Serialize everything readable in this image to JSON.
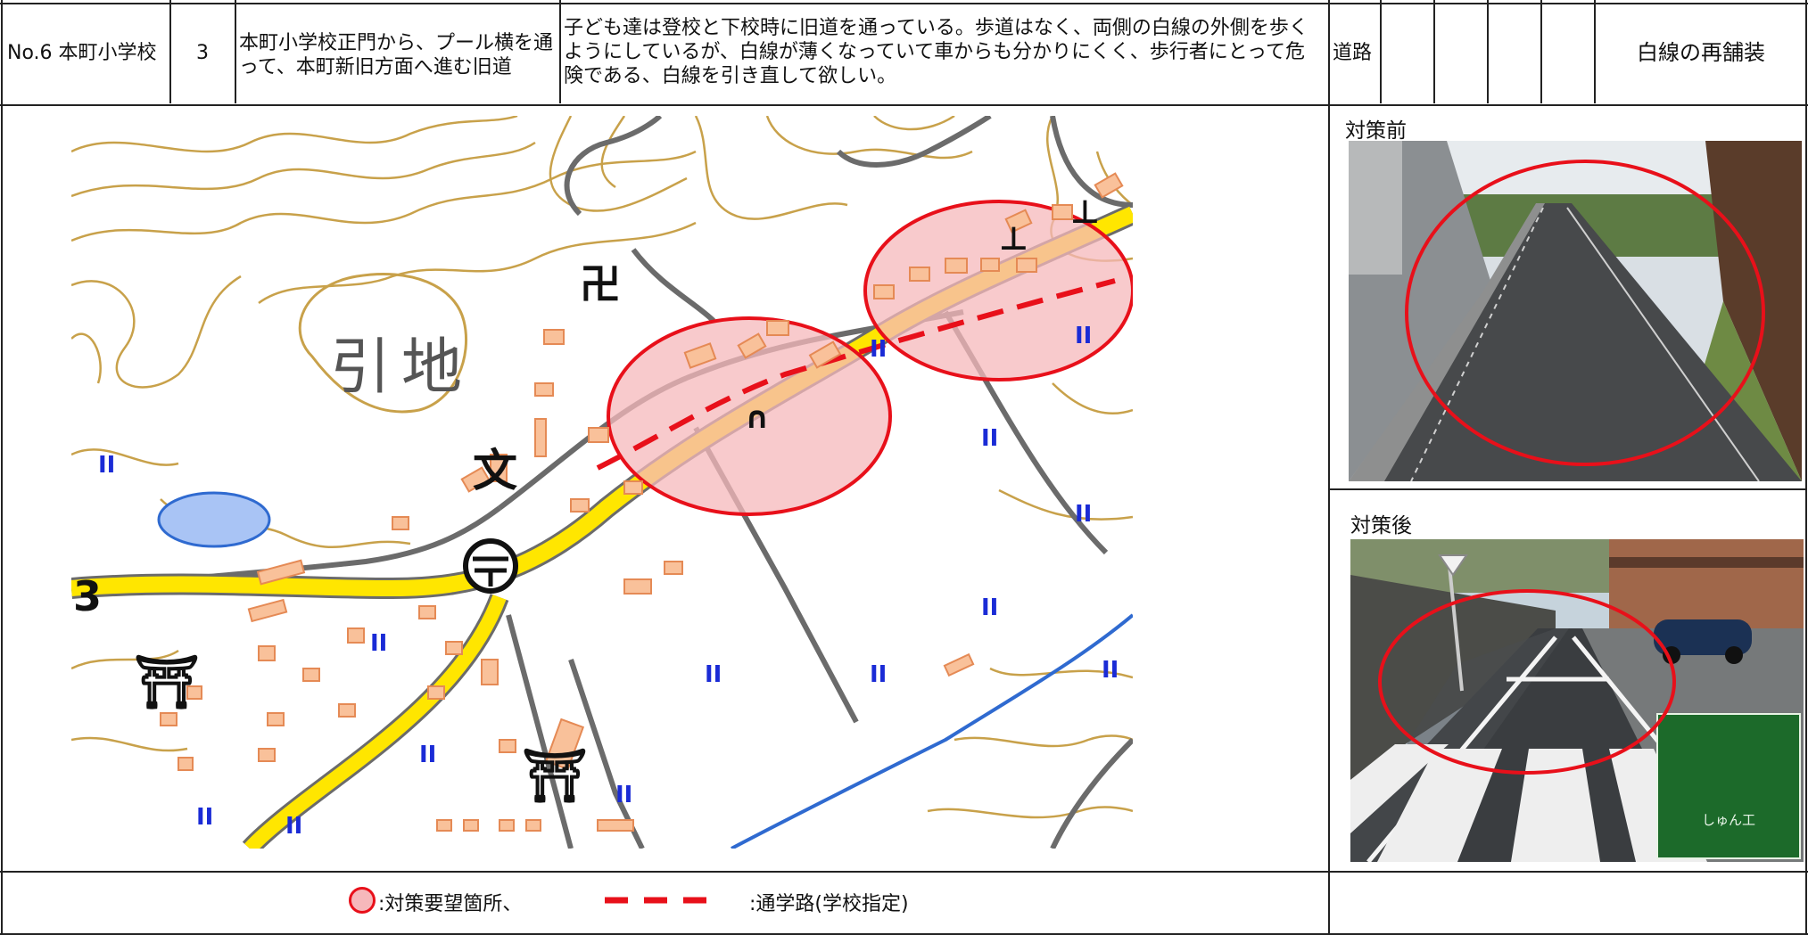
{
  "header": {
    "no_school": "No.6 本町小学校",
    "number": "3",
    "location": "本町小学校正門から、プール横を通って、本町新旧方面へ進む旧道",
    "description": "子ども達は登校と下校時に旧道を通っている。歩道はなく、両側の白線の外側を歩くようにしているが、白線が薄くなっていて車からも分かりにくく、歩行者にとって危険である、白線を引き直して欲しい。",
    "category": "道路",
    "check1": "",
    "check2": "",
    "check3": "",
    "check4": "",
    "measure": "白線の再舗装"
  },
  "map": {
    "place_name": "引地",
    "route_number": "3"
  },
  "photos": {
    "before_label": "対策前",
    "after_label": "対策後",
    "sign_text": "しゅん工"
  },
  "legend": {
    "circle_label": ":対策要望箇所、",
    "route_label": ":通学路(学校指定)"
  },
  "colors": {
    "highlight_fill": "#f6b8bb",
    "highlight_stroke": "#e8101a",
    "route_dash": "#e8101a",
    "main_road": "#ffe600",
    "contour": "#c8a14a"
  }
}
